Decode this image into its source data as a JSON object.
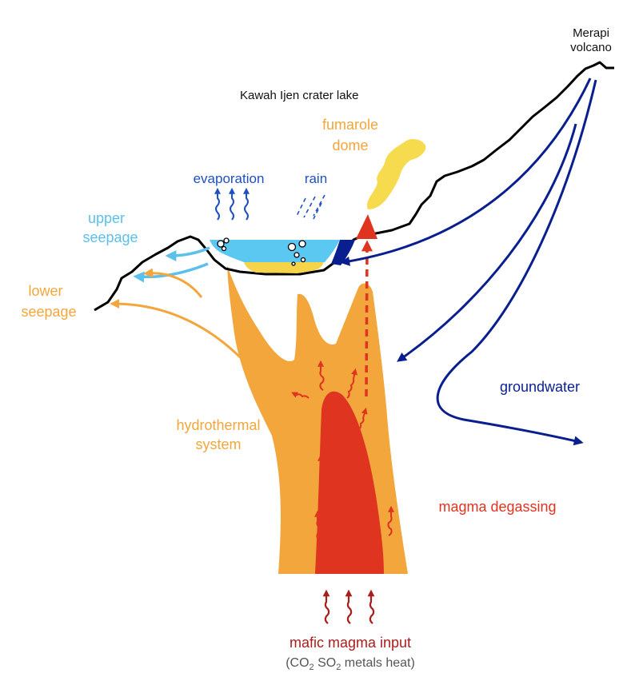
{
  "labels": {
    "merapi_line1": "Merapi",
    "merapi_line2": "volcano",
    "crater_lake": "Kawah Ijen crater lake",
    "fumarole_line1": "fumarole",
    "fumarole_line2": "dome",
    "evaporation": "evaporation",
    "rain": "rain",
    "upper_seepage_line1": "upper",
    "upper_seepage_line2": "seepage",
    "lower_seepage_line1": "lower",
    "lower_seepage_line2": "seepage",
    "groundwater": "groundwater",
    "hydrothermal_line1": "hydrothermal",
    "hydrothermal_line2": "system",
    "magma_degassing": "magma degassing",
    "mafic_input": "mafic magma input",
    "gas_list": {
      "open": "(CO",
      "sub1": "2",
      "mid": " SO",
      "sub2": "2",
      "rest": " metals heat)"
    }
  },
  "colors": {
    "groundwater": "#0a1f8f",
    "upper_seepage": "#5bc0ea",
    "lower_seepage": "#f2a63c",
    "hydrothermal": "#f2a63c",
    "magma": "#de3420",
    "mafic": "#a8201c",
    "evaporation": "#1f4fc4",
    "rain": "#1f4fc4",
    "lake_water": "#5bc8f2",
    "lake_sediment": "#f5d44a",
    "fumarole": "#f2c81e",
    "plume": "#f7db4f",
    "gray_text": "#555555"
  }
}
